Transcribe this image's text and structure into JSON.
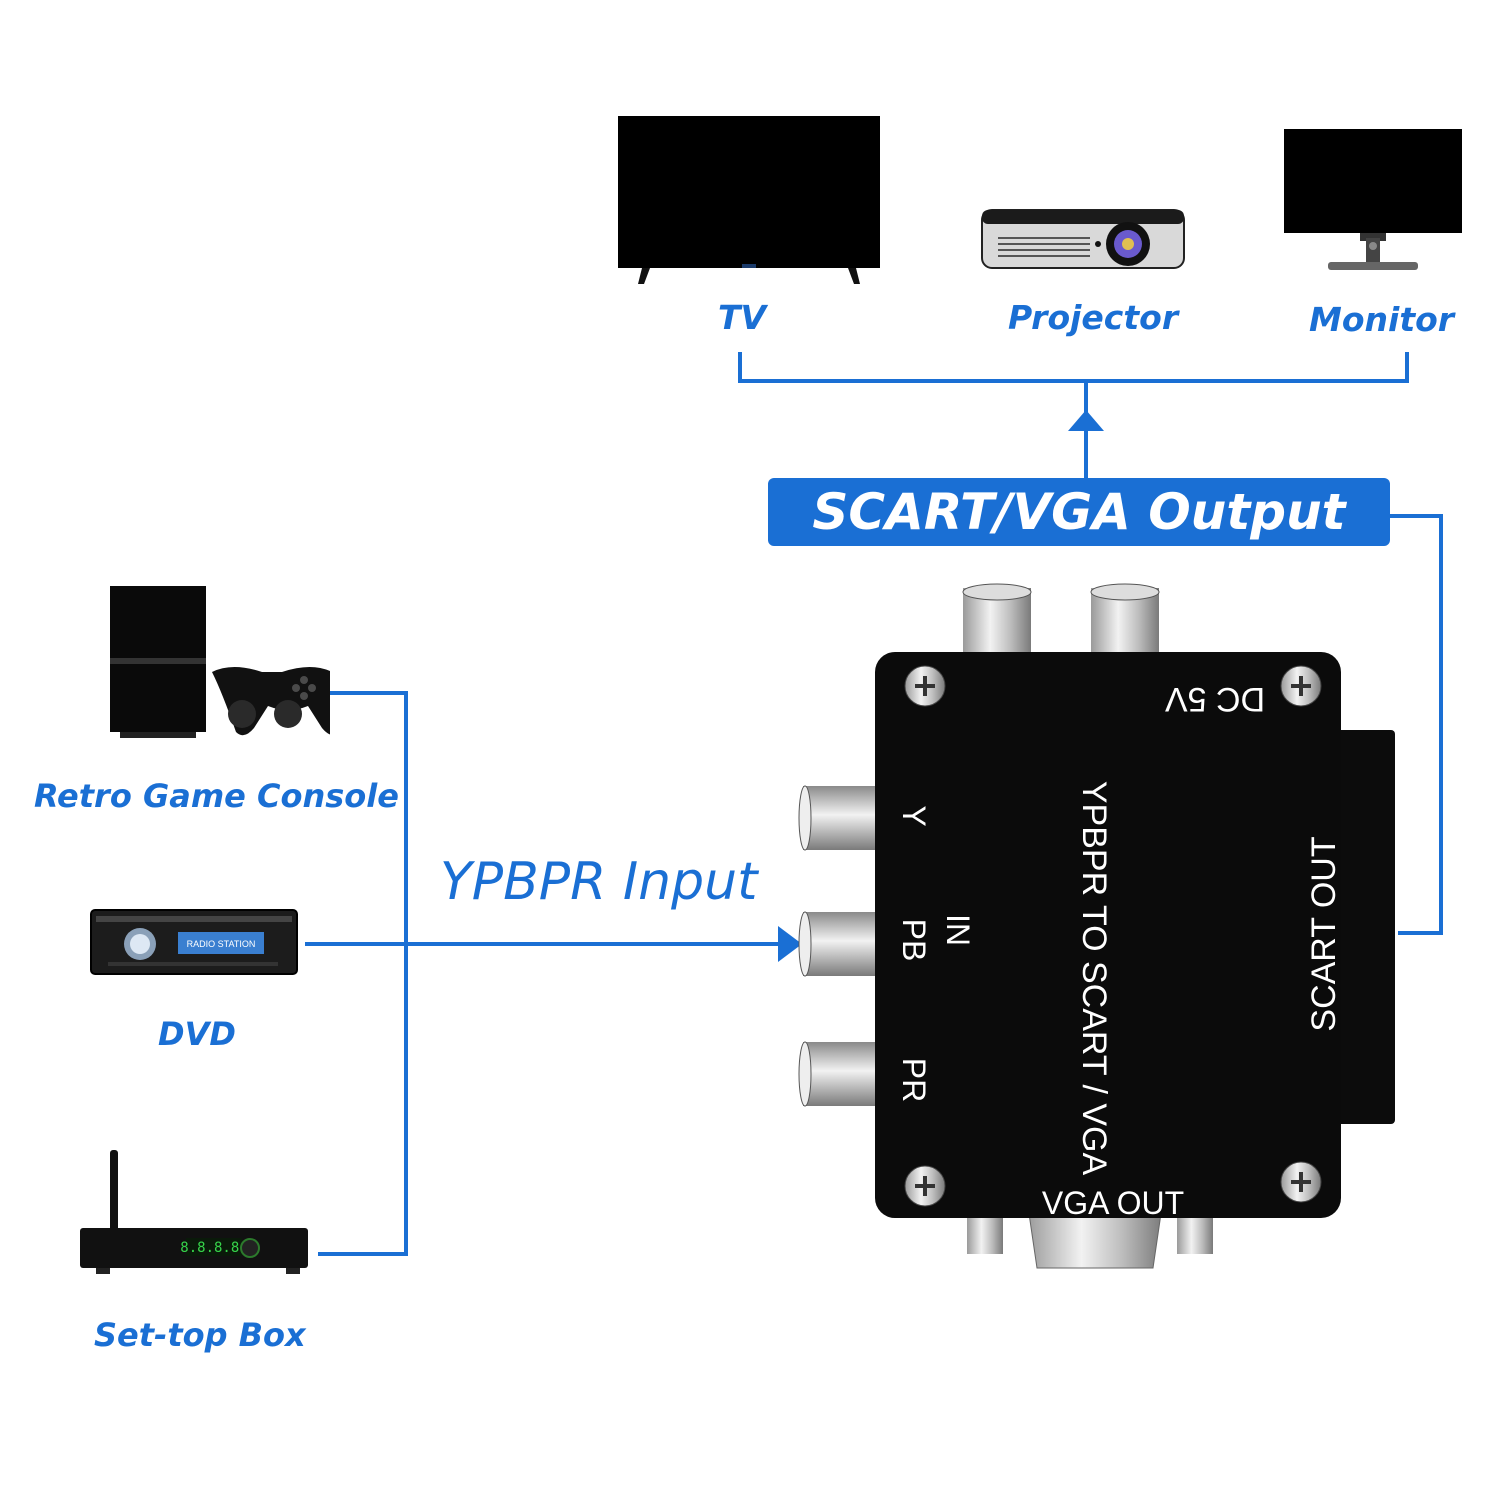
{
  "outputs": {
    "tv_label": "TV",
    "projector_label": "Projector",
    "monitor_label": "Monitor",
    "badge": "SCART/VGA Output"
  },
  "inputs": {
    "console_label": "Retro Game Console",
    "dvd_label": "DVD",
    "settop_label": "Set-top Box",
    "dvd_screen_text": "RADIO STATION",
    "settop_display": "8.8.8.8."
  },
  "input_label": "YPBPR Input",
  "converter": {
    "dc_label": "DC 5V",
    "title": "YPBPR TO SCART / VGA",
    "y_label": "Y",
    "pb_label": "PB",
    "pr_label": "PR",
    "in_label": "IN",
    "scart_label": "SCART OUT",
    "vga_label": "VGA OUT"
  },
  "colors": {
    "accent": "#1a6fd4",
    "device": "#000000"
  }
}
